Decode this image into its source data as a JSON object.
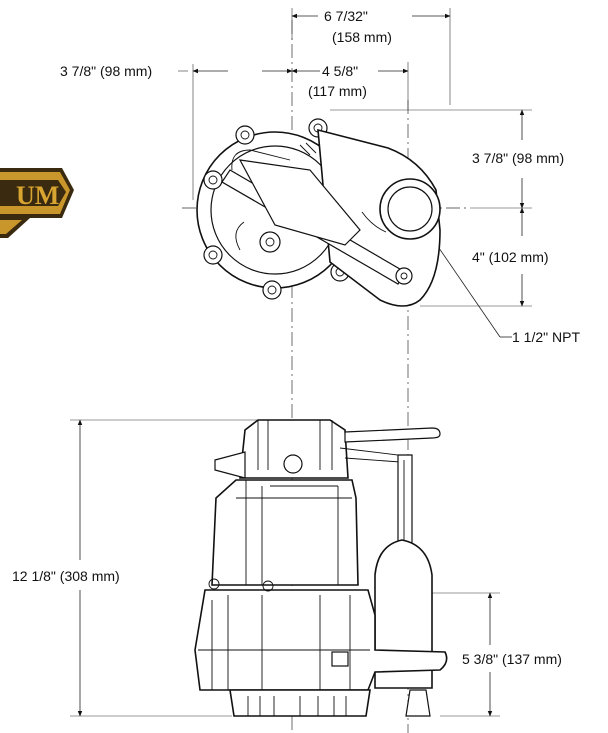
{
  "dimensions": {
    "top_width": {
      "text": "6 7/32\"",
      "metric": "(158 mm)"
    },
    "left_offset": {
      "text": "3 7/8\" (98 mm)"
    },
    "discharge_offset": {
      "text": "4 5/8\"",
      "metric": "(117 mm)"
    },
    "right_upper": {
      "text": "3 7/8\" (98 mm)"
    },
    "right_lower": {
      "text": "4\" (102 mm)"
    },
    "discharge_size": {
      "text": "1 1/2\" NPT"
    },
    "overall_height": {
      "text": "12 1/8\" (308 mm)"
    },
    "float_height": {
      "text": "5 3/8\" (137 mm)"
    }
  },
  "logo": {
    "text": "UM",
    "colors": {
      "gold": "#c9962b",
      "dark": "#3a2a10"
    }
  }
}
